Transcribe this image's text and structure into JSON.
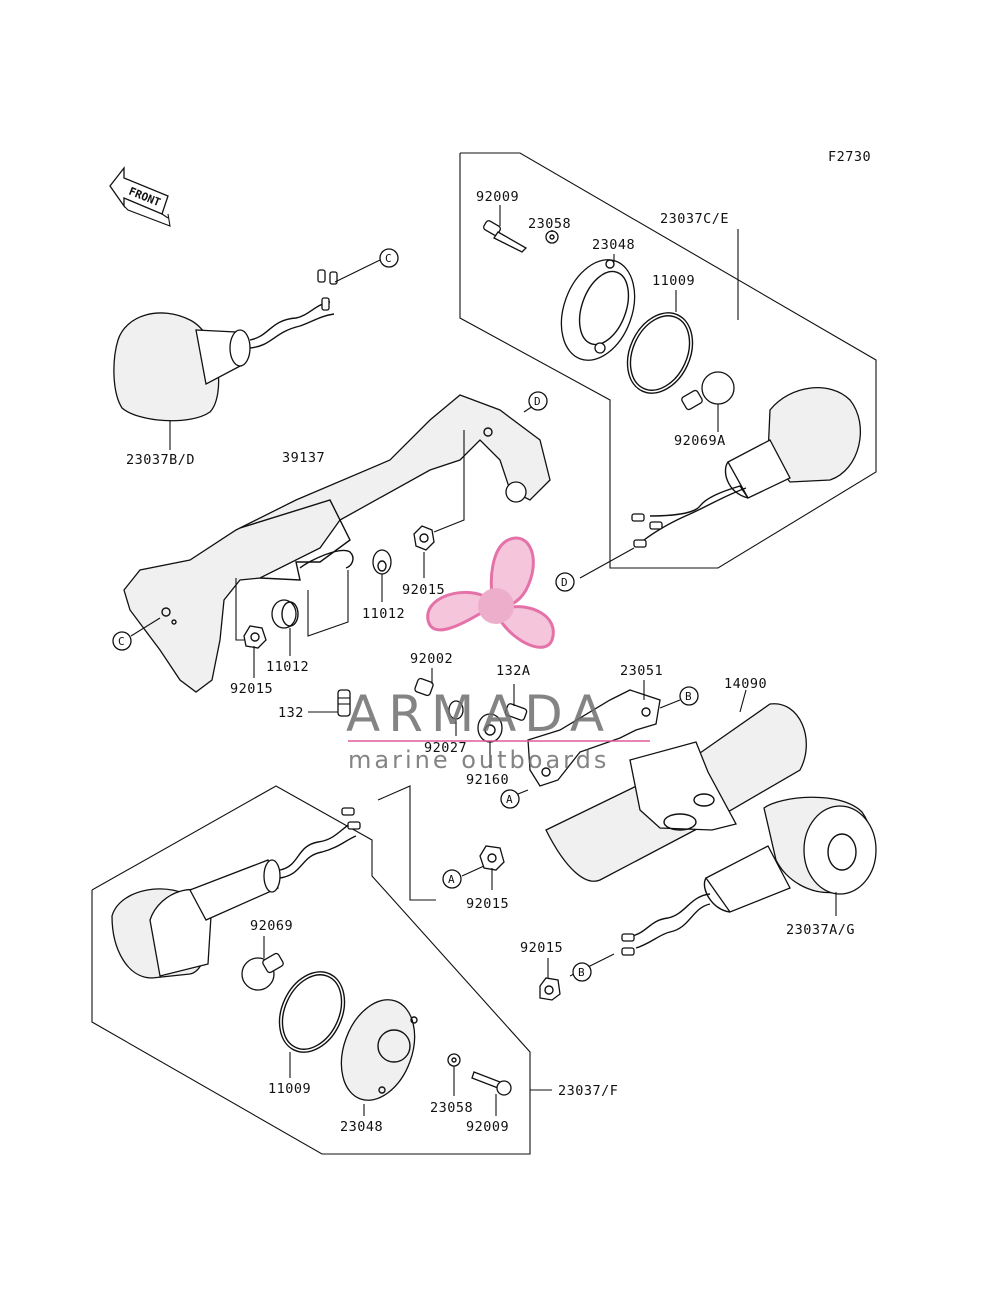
{
  "figure_code": "F2730",
  "front_label": "FRONT",
  "labels": {
    "l92009_top": "92009",
    "l23058_top": "23058",
    "l23048_top": "23048",
    "l23037ce": "23037C/E",
    "l11009_top": "11009",
    "l92069a": "92069A",
    "l23037bd": "23037B/D",
    "l39137": "39137",
    "l92015_a": "92015",
    "l11012_a": "11012",
    "l11012_b": "11012",
    "l92015_b": "92015",
    "l92002": "92002",
    "l132a": "132A",
    "l23051": "23051",
    "l14090": "14090",
    "l132": "132",
    "l92027": "92027",
    "l92160": "92160",
    "l92015_c": "92015",
    "l92069": "92069",
    "l23037ag": "23037A/G",
    "l92015_d": "92015",
    "l11009_bot": "11009",
    "l23048_bot": "23048",
    "l23058_bot": "23058",
    "l92009_bot": "92009",
    "l23037f": "23037/F"
  },
  "refs": {
    "c_top": "C",
    "c_left": "C",
    "d_top": "D",
    "d_right": "D",
    "b_bracket": "B",
    "b_bottom": "B",
    "a_bracket": "A",
    "a_bottom": "A"
  },
  "watermark": {
    "name": "ARMADA",
    "tagline": "marine outboards",
    "color": "#e05a9a"
  }
}
